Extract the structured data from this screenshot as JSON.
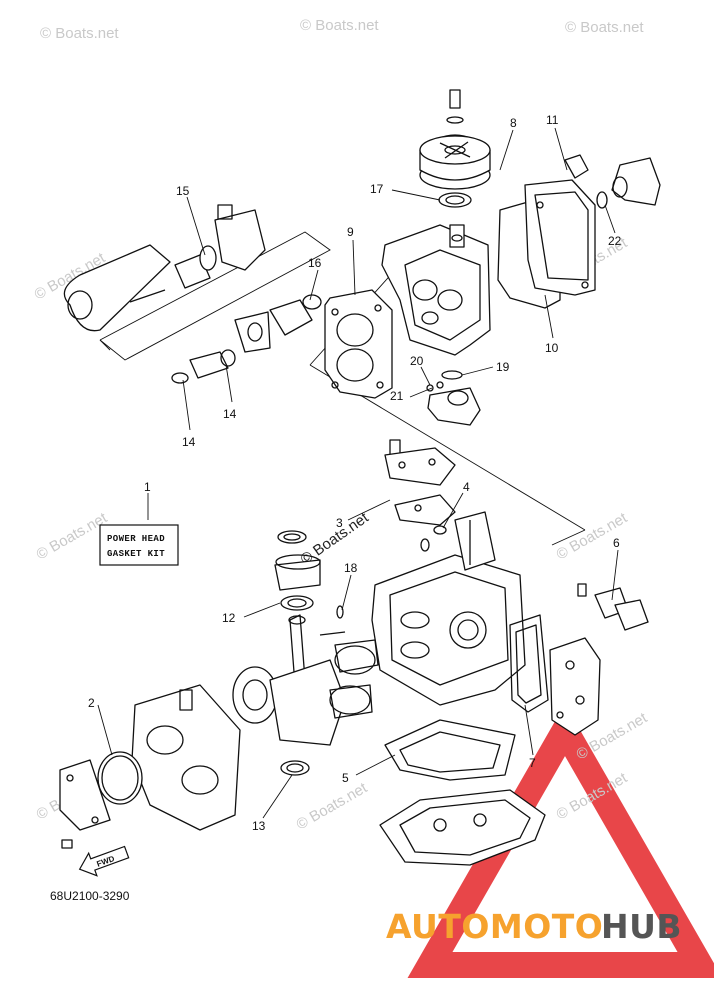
{
  "watermark": "© Boats.net",
  "kit_label": {
    "line1": "POWER HEAD",
    "line2": "GASKET KIT"
  },
  "fwd_label": "FWD",
  "part_code": "68U2100-3290",
  "brand": {
    "part1": "AUTOMOTO",
    "part2": "HUB",
    "color1": "#f6a22e",
    "color2": "#555555",
    "triangle_color": "#e4262a"
  },
  "callouts": [
    "1",
    "2",
    "3",
    "4",
    "5",
    "6",
    "7",
    "8",
    "9",
    "10",
    "11",
    "12",
    "13",
    "14",
    "14",
    "15",
    "16",
    "17",
    "18",
    "19",
    "20",
    "21",
    "22"
  ]
}
